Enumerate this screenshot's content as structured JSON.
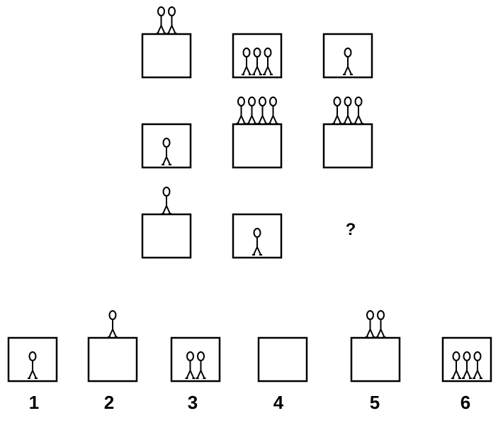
{
  "puzzle": {
    "question_mark": "?",
    "grid": [
      [
        {
          "count": 2,
          "position": "on-top"
        },
        {
          "count": 3,
          "position": "inside"
        },
        {
          "count": 1,
          "position": "inside"
        }
      ],
      [
        {
          "count": 1,
          "position": "inside"
        },
        {
          "count": 4,
          "position": "on-top"
        },
        {
          "count": 3,
          "position": "on-top"
        }
      ],
      [
        {
          "count": 1,
          "position": "on-top"
        },
        {
          "count": 1,
          "position": "inside"
        },
        null
      ]
    ],
    "options": [
      {
        "label": "1",
        "count": 1,
        "position": "inside"
      },
      {
        "label": "2",
        "count": 1,
        "position": "on-top"
      },
      {
        "label": "3",
        "count": 2,
        "position": "inside"
      },
      {
        "label": "4",
        "count": 0,
        "position": "inside"
      },
      {
        "label": "5",
        "count": 2,
        "position": "on-top"
      },
      {
        "label": "6",
        "count": 3,
        "position": "inside"
      }
    ],
    "colors": {
      "stroke": "#000000",
      "background": "#ffffff"
    }
  }
}
